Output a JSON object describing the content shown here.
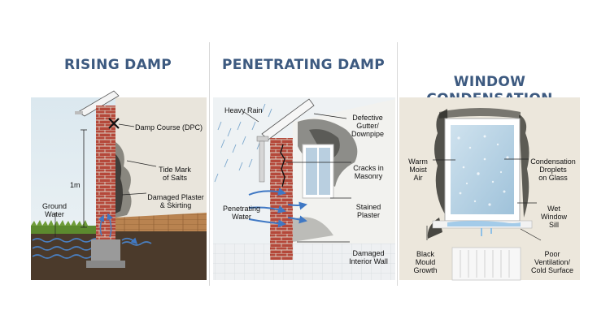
{
  "panels": [
    {
      "title": "RISING DAMP",
      "labels": {
        "damp_course": "Damp Course (DPC)",
        "tide_mark": "Tide Mark\nof Salts",
        "damaged_plaster": "Damaged Plaster\n& Skirting",
        "height": "1m",
        "ground_water": "Ground\nWater"
      }
    },
    {
      "title": "PENETRATING DAMP",
      "labels": {
        "heavy_rain": "Heavy Rain",
        "defective_gutter": "Defective\nGutter/\nDownpipe",
        "cracks": "Cracks in\nMasonry",
        "penetrating_water": "Penetrating\nWater",
        "stained_plaster": "Stained\nPlaster",
        "damaged_wall": "Damaged\nInterior Wall"
      }
    },
    {
      "title": "WINDOW\nCONDENSATION",
      "labels": {
        "warm_air": "Warm\nMoist\nAir",
        "droplets": "Condensation\nDroplets\non Glass",
        "wet_sill": "Wet\nWindow\nSill",
        "black_mould": "Black\nMould\nGrowth",
        "poor_ventilation": "Poor\nVentilation/\nCold Surface"
      }
    }
  ],
  "colors": {
    "title": "#3d5a80",
    "brick": "#b5483a",
    "water": "#4a7fc0",
    "grass": "#5c8a2e",
    "floor": "#b98350"
  }
}
